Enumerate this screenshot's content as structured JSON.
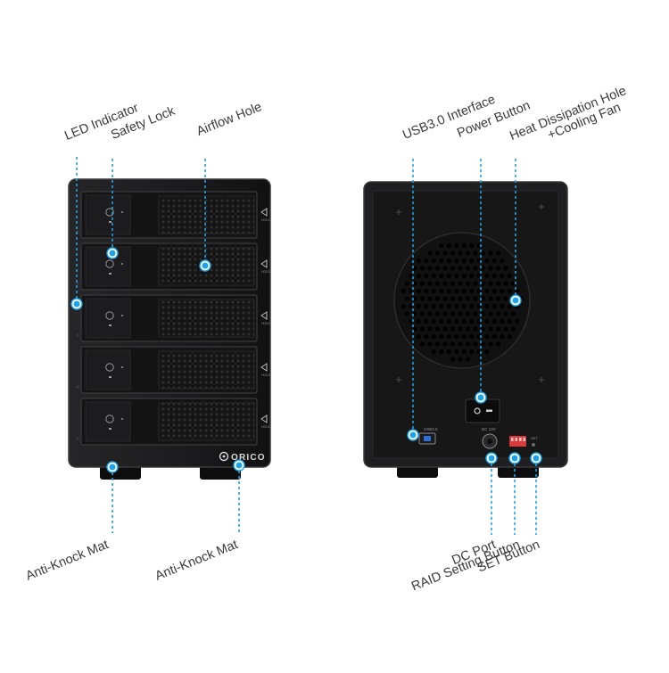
{
  "brand": "ORICO",
  "colors": {
    "background": "#ffffff",
    "enclosure": "#1b1b1c",
    "enclosure_edge": "#2d2d2f",
    "bay": "#131314",
    "callout": "#1fa3e6",
    "label_text": "#3a3a3a",
    "raid_switch": "#e23b3b"
  },
  "front": {
    "bay_count": 5,
    "bay_labels": [
      "HDD1",
      "HDD2",
      "HDD3",
      "HDD4",
      "HDD5"
    ],
    "labels": {
      "led_indicator": "LED Indicator",
      "safety_lock": "Safety Lock",
      "airflow_hole": "Airflow Hole",
      "anti_knock_mat_left": "Anti-Knock Mat",
      "anti_knock_mat_right": "Anti-Knock Mat"
    }
  },
  "back": {
    "port_labels": {
      "usb": "USB3.0",
      "dc": "DC 12V",
      "set": "SET"
    },
    "labels": {
      "usb_interface": "USB3.0 Interface",
      "power_button": "Power Button",
      "heat_dissipation_line1": "Heat Dissipation Hole",
      "heat_dissipation_line2": "+Cooling Fan",
      "dc_port": "DC Port",
      "raid_setting_button": "RAID Setting Button",
      "set_button": "SET Button"
    }
  }
}
